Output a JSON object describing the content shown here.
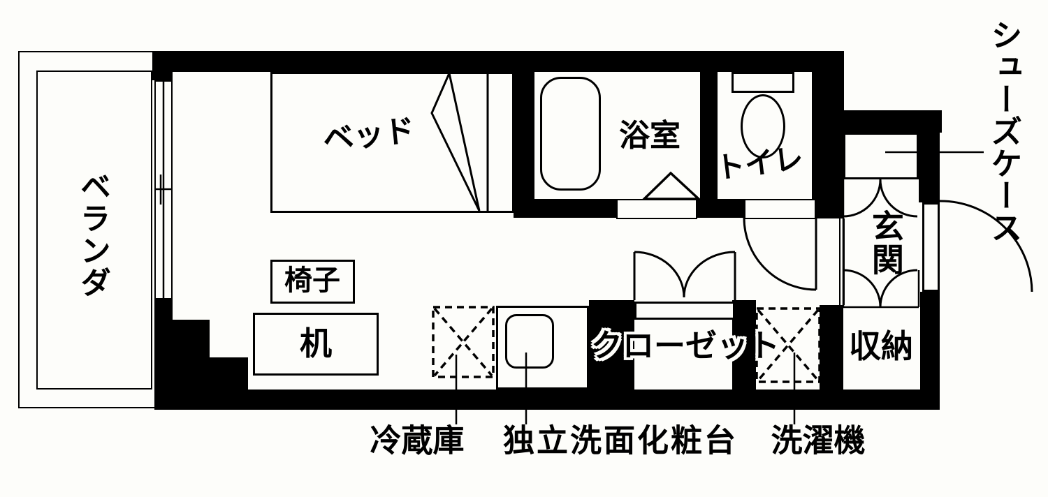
{
  "title": "apartment-floor-plan",
  "colors": {
    "ink": "#000000",
    "paper": "#fdfdfa"
  },
  "labels": {
    "veranda": "ベランダ",
    "bed": "ベッド",
    "bathroom": "浴室",
    "toilet": "トイレ",
    "shoe_case": "シューズケース",
    "entrance": "玄関",
    "storage": "収納",
    "closet": "クローゼット",
    "chair": "椅子",
    "desk": "机",
    "refrigerator": "冷蔵庫",
    "washbasin": "独立洗面化粧台",
    "washing_machine": "洗濯機"
  }
}
